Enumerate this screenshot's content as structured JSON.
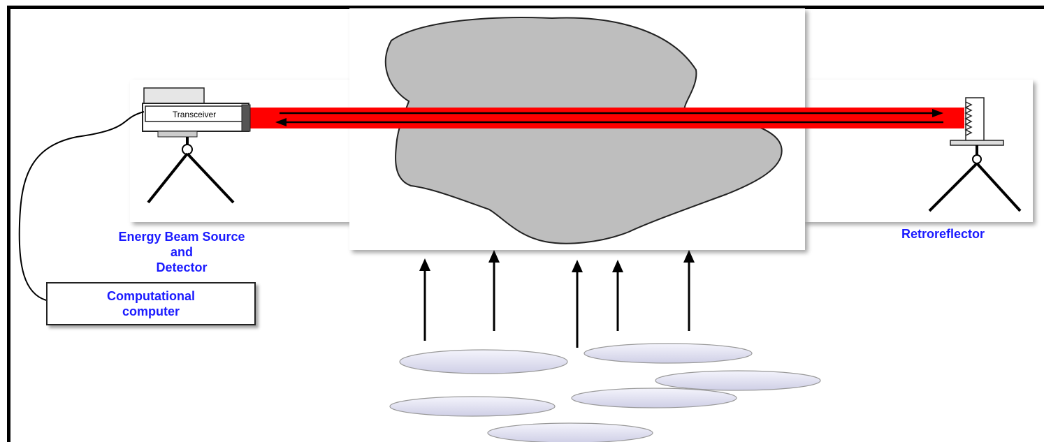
{
  "diagram": {
    "transceiver_label": "Transceiver",
    "source_label": "Energy Beam Source\nand\nDetector",
    "retroreflector_label": "Retroreflector",
    "computer_label": "Computational\ncomputer",
    "colors": {
      "beam": "#ff0000",
      "plume": "#bfbfbf",
      "label_text": "#1a1aff",
      "clouds": "#dcdcf0"
    }
  }
}
